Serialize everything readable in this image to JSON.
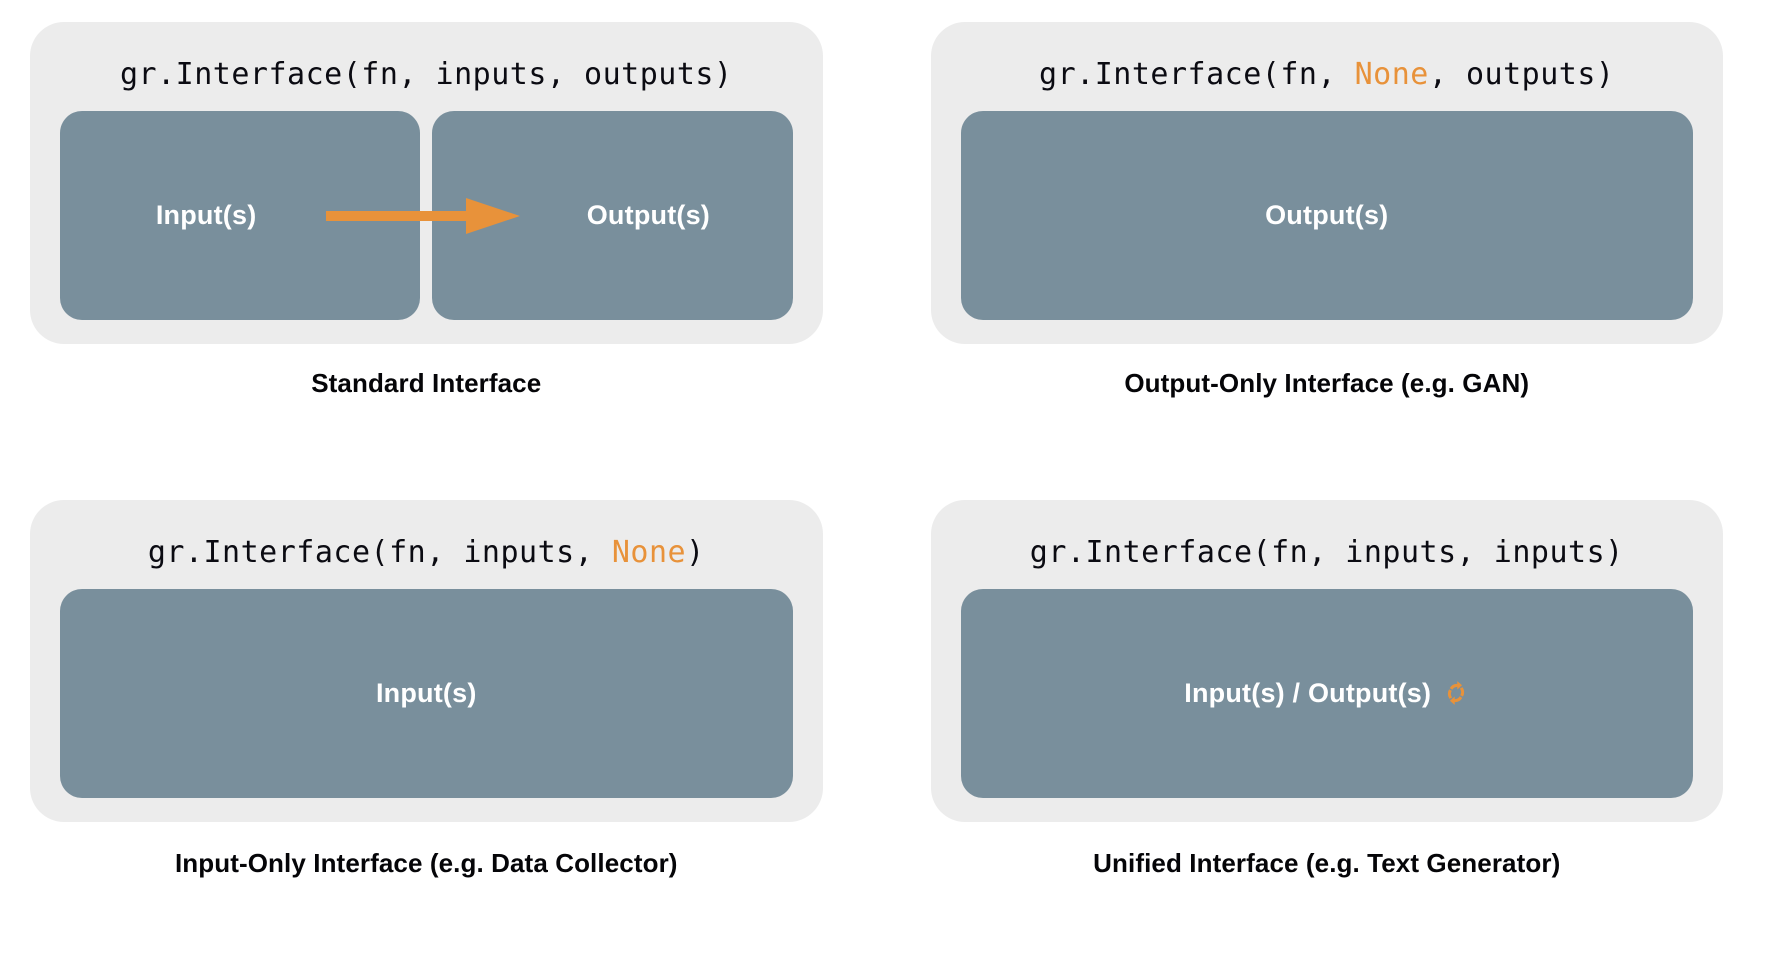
{
  "colors": {
    "panel_bg": "#ececec",
    "box_fill": "#798f9c",
    "accent_orange": "#e8923a",
    "code_text": "#0b0b12",
    "box_label": "#ffffff",
    "caption_text": "#050508",
    "page_bg": "#ffffff"
  },
  "panels": [
    {
      "id": "standard",
      "code": {
        "prefix": "gr.Interface(fn, inputs, outputs)",
        "before": "gr.Interface(fn, inputs, outputs)",
        "highlight": "",
        "after": ""
      },
      "boxes": [
        {
          "label": "Input(s)"
        },
        {
          "label": "Output(s)"
        }
      ],
      "arrow": "flow-arrow-right",
      "caption": "Standard Interface"
    },
    {
      "id": "output-only",
      "code": {
        "before": "gr.Interface(fn, ",
        "highlight": "None",
        "after": ", outputs)"
      },
      "boxes": [
        {
          "label": "Output(s)"
        }
      ],
      "arrow": null,
      "caption": "Output-Only Interface (e.g. GAN)"
    },
    {
      "id": "input-only",
      "code": {
        "before": "gr.Interface(fn, inputs, ",
        "highlight": "None",
        "after": ")"
      },
      "boxes": [
        {
          "label": "Input(s)"
        }
      ],
      "arrow": null,
      "caption": "Input-Only Interface (e.g. Data Collector)"
    },
    {
      "id": "unified",
      "code": {
        "before": "gr.Interface(fn, inputs, inputs)",
        "highlight": "",
        "after": ""
      },
      "boxes": [
        {
          "label": "Input(s) / Output(s)",
          "icon": "cycle-icon"
        }
      ],
      "arrow": null,
      "caption": "Unified Interface (e.g. Text Generator)"
    }
  ]
}
